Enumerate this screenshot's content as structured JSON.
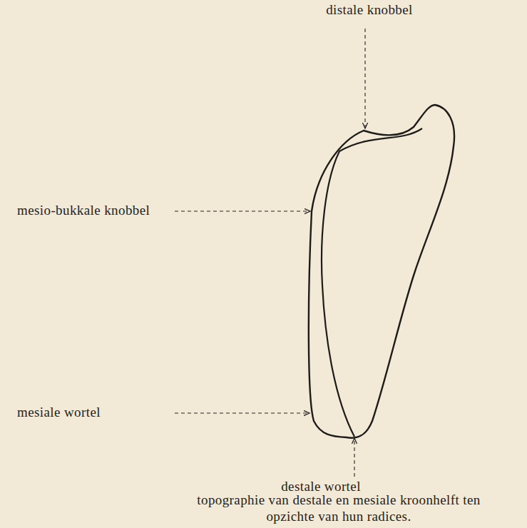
{
  "diagram": {
    "caption": "topographie van destale en mesiale kroonhelft ten opzichte van hun radices.",
    "labels": [
      "distale knobbel",
      "mesio-bukkale knobbel",
      "mesiale wortel",
      "destale wortel"
    ]
  }
}
